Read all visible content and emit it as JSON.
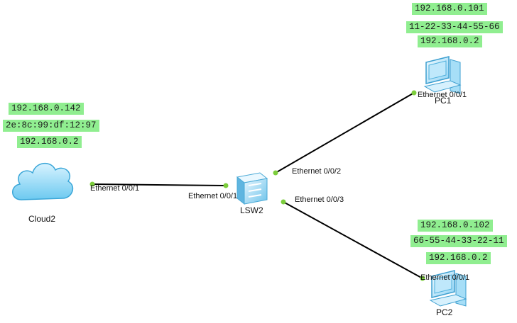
{
  "devices": {
    "cloud": {
      "name": "Cloud2",
      "ip": "192.168.0.142",
      "mac": "2e:8c:99:df:12:97",
      "gateway": "192.168.0.2",
      "port": "Ethernet 0/0/1"
    },
    "switch": {
      "name": "LSW2",
      "ports": {
        "p1": "Ethernet 0/0/1",
        "p2": "Ethernet 0/0/2",
        "p3": "Ethernet 0/0/3"
      }
    },
    "pc1": {
      "name": "PC1",
      "ip": "192.168.0.101",
      "mac": "11-22-33-44-55-66",
      "gateway": "192.168.0.2",
      "port": "Ethernet 0/0/1"
    },
    "pc2": {
      "name": "PC2",
      "ip": "192.168.0.102",
      "mac": "66-55-44-33-22-11",
      "gateway": "192.168.0.2",
      "port": "Ethernet 0/0/1"
    }
  },
  "colors": {
    "note_bg": "#90ee90",
    "port_dot": "#7ccd3c",
    "link": "#000000"
  },
  "icons": {
    "cloud": "cloud-icon",
    "switch": "switch-icon",
    "pc": "pc-icon"
  }
}
